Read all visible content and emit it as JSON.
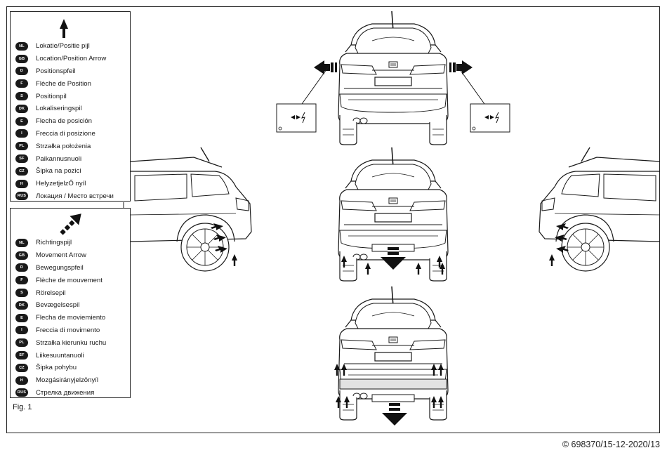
{
  "figure": {
    "label": "Fig. 1"
  },
  "copyright": "© 698370/15-12-2020/13",
  "legend_position": {
    "icon": "black-up-arrow-icon",
    "items": [
      {
        "code": "NL",
        "text": "Lokatie/Positie pijl"
      },
      {
        "code": "GB",
        "text": "Location/Position Arrow"
      },
      {
        "code": "D",
        "text": "Positionspfeil"
      },
      {
        "code": "F",
        "text": "Flèche de Position"
      },
      {
        "code": "S",
        "text": "Positionpil"
      },
      {
        "code": "DK",
        "text": "Lokaliseringspil"
      },
      {
        "code": "E",
        "text": "Flecha de posición"
      },
      {
        "code": "I",
        "text": "Freccia di posizione"
      },
      {
        "code": "PL",
        "text": "Strzałka położenia"
      },
      {
        "code": "SF",
        "text": "Paikannusnuoli"
      },
      {
        "code": "CZ",
        "text": "Šipka na pozici"
      },
      {
        "code": "H",
        "text": "HelyzetjelzŐ nyíl"
      },
      {
        "code": "RUS",
        "text": "Локация / Место встречи"
      }
    ]
  },
  "legend_movement": {
    "icon": "dashed-diagonal-arrow-icon",
    "items": [
      {
        "code": "NL",
        "text": "Richtingspijl"
      },
      {
        "code": "GB",
        "text": "Movement Arrow"
      },
      {
        "code": "D",
        "text": "Bewegungspfeil"
      },
      {
        "code": "F",
        "text": "Flèche de mouvement"
      },
      {
        "code": "S",
        "text": "Rörelsepil"
      },
      {
        "code": "DK",
        "text": "Bevægelsespil"
      },
      {
        "code": "E",
        "text": "Flecha de moviemiento"
      },
      {
        "code": "I",
        "text": "Freccia di movimento"
      },
      {
        "code": "PL",
        "text": "Strzałka kierunku ruchu"
      },
      {
        "code": "SF",
        "text": "Liikesuuntanuoli"
      },
      {
        "code": "CZ",
        "text": "Šipka pohybu"
      },
      {
        "code": "H",
        "text": "Mozgásirányjelzönyíl"
      },
      {
        "code": "RUS",
        "text": "Стрелка движения"
      }
    ]
  },
  "callouts": {
    "left": {
      "icon": "light-connector-icon"
    },
    "right": {
      "icon": "light-connector-icon"
    }
  },
  "colors": {
    "line": "#1a1a1a",
    "highlight": "#d6d6d6",
    "badge": "#1a1a1a"
  }
}
